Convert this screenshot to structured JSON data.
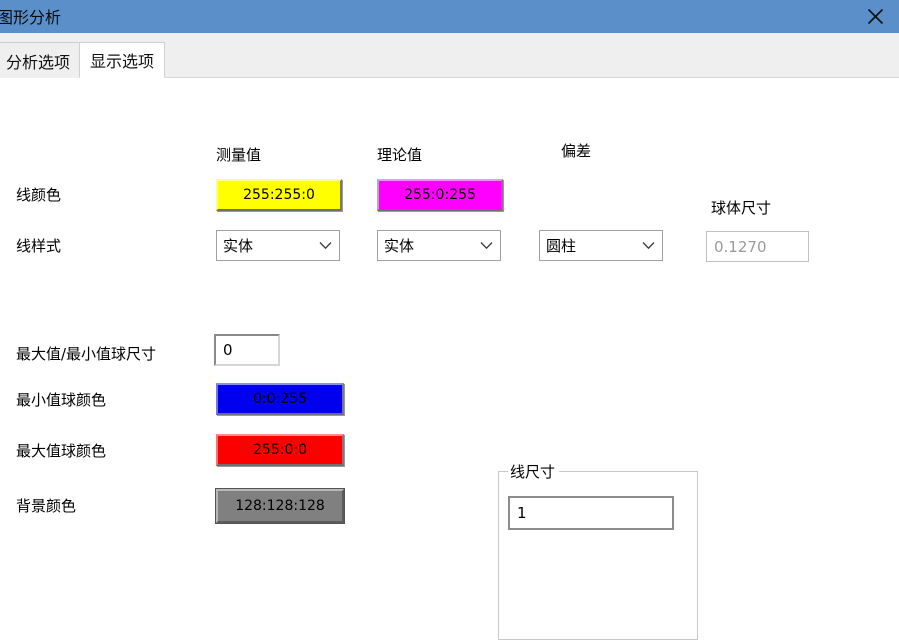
{
  "window": {
    "title": "图形分析",
    "close_icon": "close-icon",
    "titlebar_color": "#5b8fc9"
  },
  "tabs": [
    {
      "label": "分析选项",
      "active": false
    },
    {
      "label": "显示选项",
      "active": true
    }
  ],
  "columns": {
    "measured": "测量值",
    "theoretical": "理论值",
    "deviation": "偏差"
  },
  "rows": {
    "line_color": {
      "label": "线颜色",
      "measured": {
        "value": "255:255:0",
        "color": "#ffff00"
      },
      "theoretical": {
        "value": "255:0:255",
        "color": "#ff00ff"
      }
    },
    "line_style": {
      "label": "线样式",
      "measured": "实体",
      "theoretical": "实体",
      "deviation": "圆柱"
    },
    "sphere_size": {
      "label": "球体尺寸",
      "value": "0.1270",
      "disabled": true
    },
    "maxmin_sphere_size": {
      "label": "最大值/最小值球尺寸",
      "value": "0"
    },
    "min_sphere_color": {
      "label": "最小值球颜色",
      "value": "0:0:255",
      "color": "#0000ee"
    },
    "max_sphere_color": {
      "label": "最大值球颜色",
      "value": "255:0:0",
      "color": "#fc0000"
    },
    "background_color": {
      "label": "背景颜色",
      "value": "128:128:128",
      "color": "#808080"
    },
    "line_size": {
      "label": "线尺寸",
      "value": "1"
    }
  },
  "icons": {
    "chevron_down": "chevron-down-icon"
  }
}
